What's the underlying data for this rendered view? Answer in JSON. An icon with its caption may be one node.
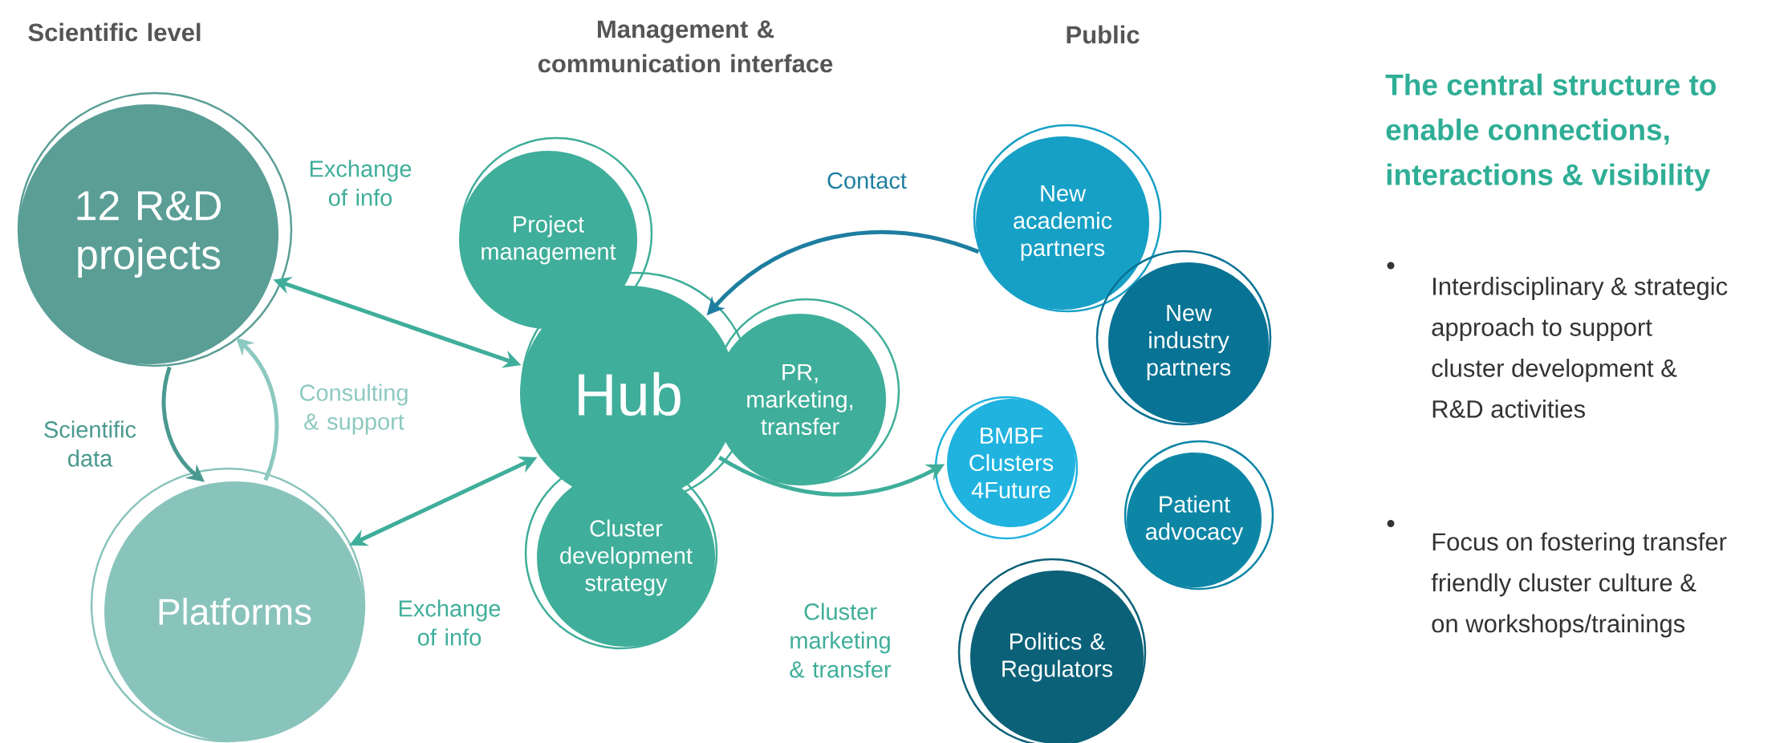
{
  "diagram": {
    "nodes": [
      {
        "text": [
          "12 R&D projects"
        ]
      },
      {
        "text": [
          "Platforms"
        ]
      },
      {
        "text": [
          "Hub"
        ]
      },
      {
        "text": [
          "Project management"
        ]
      },
      {
        "text": [
          "PR, marketing, transfer"
        ]
      },
      {
        "text": [
          "Cluster development strategy"
        ]
      },
      {
        "text": [
          "New academic partners"
        ]
      },
      {
        "text": [
          "New industry partners"
        ]
      },
      {
        "text": [
          "BMBF Clusters 4Future"
        ]
      },
      {
        "text": [
          "Patient advocacy"
        ]
      },
      {
        "text": [
          "Politics & Regulators"
        ]
      }
    ],
    "edges": [
      {
        "from": 0,
        "to": 2,
        "arrow": "both",
        "label": "Exchange of info"
      },
      {
        "from": 1,
        "to": 2,
        "arrow": "both",
        "label": "Exchange of info"
      },
      {
        "from": 0,
        "to": 1,
        "arrow": "to",
        "label": "Scientific data",
        "color": "#4a9990"
      },
      {
        "from": 1,
        "to": 0,
        "arrow": "to",
        "label": "Consulting & support",
        "color": "#8cc9c0"
      },
      {
        "from": 6,
        "to": 2,
        "arrow": "to",
        "label": "Contact",
        "color": "#1d7ea0"
      },
      {
        "from": 2,
        "to": 8,
        "arrow": "to",
        "label": "Cluster marketing & transfer"
      }
    ],
    "labels": [
      "Scientific level",
      "Management & communication interface",
      "Public",
      "The central structure to enable connections, interactions & visibility",
      "Interdisciplinary & strategic approach to support cluster development & R&D activities",
      "Focus on fostering transfer friendly cluster culture & on workshops/trainings"
    ]
  }
}
